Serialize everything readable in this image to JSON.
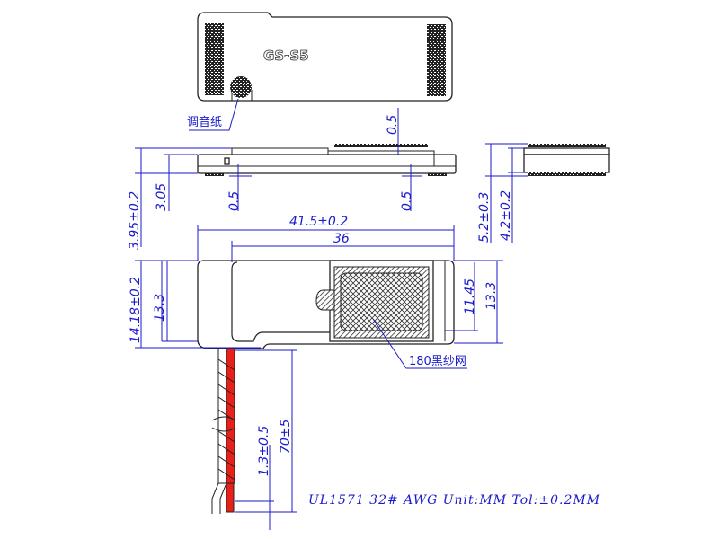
{
  "top_view": {
    "model": "GS-S5",
    "tuning_paper_label": "调音纸"
  },
  "side_view": {
    "top_offset": "0.5",
    "bottom_offset_left": "0.5",
    "bottom_offset_right": "0.5",
    "body_height": "3.05",
    "total_height": "3.95±0.2"
  },
  "end_view": {
    "total_height": "5.2±0.3",
    "body_height": "4.2±0.2"
  },
  "front_view": {
    "total_length": "41.5±0.2",
    "inner_length": "36",
    "total_width": "14.18±0.2",
    "left_width": "13.3",
    "mesh_width": "11.45",
    "right_width": "13.3",
    "mesh_label": "180黑纱网"
  },
  "wire": {
    "strip_length": "1.3±0.5",
    "wire_length": "70±5"
  },
  "spec_note": "UL1571  32#  AWG  Unit:MM  Tol:±0.2MM",
  "colors": {
    "dimension": "#1a1acc",
    "wire_red": "#e8201a",
    "outline": "#222222"
  }
}
